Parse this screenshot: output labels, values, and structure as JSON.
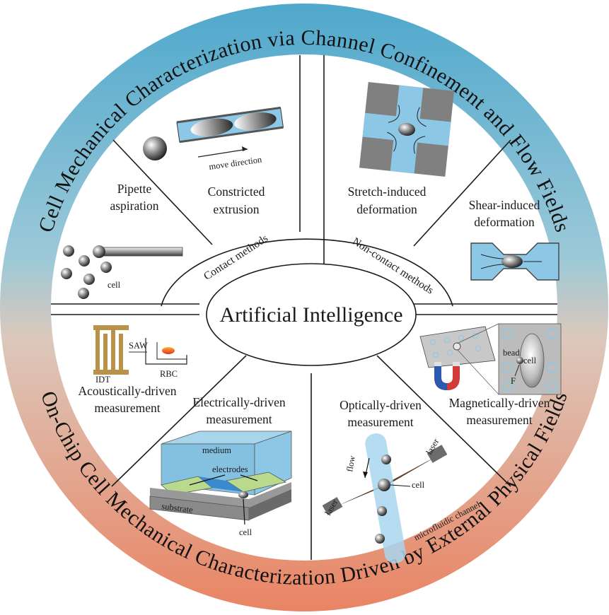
{
  "ring": {
    "top_title": "Cell Mechanical Characterization via Channel Confinement and Flow Fields",
    "bottom_title": "On-Chip Cell Mechanical Characterization Driven by External Physical Fields"
  },
  "hub": {
    "title": "Artificial Intelligence",
    "contact": "Contact methods",
    "non_contact": "Non-contact methods"
  },
  "sectors": {
    "pipette": {
      "line1": "Pipette",
      "line2": "aspiration",
      "cell_label": "cell"
    },
    "constricted": {
      "line1": "Constricted",
      "line2": "extrusion",
      "direction_label": "move direction"
    },
    "stretch": {
      "line1": "Stretch-induced",
      "line2": "deformation"
    },
    "shear": {
      "line1": "Shear-induced",
      "line2": "deformation"
    },
    "acoustic": {
      "line1": "Acoustically-driven",
      "line2": "measurement",
      "saw": "SAW",
      "idt": "IDT",
      "rbc": "RBC"
    },
    "electric": {
      "line1": "Electrically-driven",
      "line2": "measurement",
      "medium": "medium",
      "electrodes": "electrodes",
      "substrate": "substrate",
      "cell": "cell"
    },
    "optical": {
      "line1": "Optically-driven",
      "line2": "measurement",
      "flow": "flow",
      "laser_top": "laser",
      "laser_bottom": "laser",
      "cell": "cell",
      "channel": "microfluidic channel"
    },
    "magnetic": {
      "line1": "Magnetically-driven",
      "line2": "measurement",
      "bead": "bead",
      "cell": "cell",
      "force": "F"
    }
  },
  "colors": {
    "ring_top": "#5aa9c9",
    "ring_bottom": "#e58a6b",
    "channel_blue": "#8cc8e6",
    "divider": "#1a1a1a",
    "gold": "#b8924a",
    "brown": "#5a3a22"
  }
}
